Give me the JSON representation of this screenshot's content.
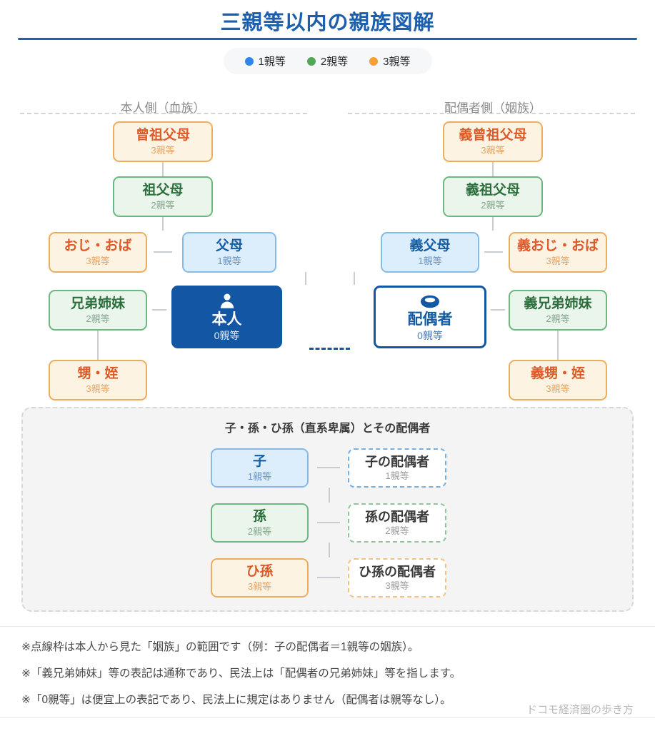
{
  "title": "三親等以内の親族図解",
  "legend": {
    "items": [
      {
        "label": "1親等",
        "color": "#2F86E8"
      },
      {
        "label": "2親等",
        "color": "#53A653"
      },
      {
        "label": "3親等",
        "color": "#F5A033"
      }
    ]
  },
  "tree": {
    "left_header": "本人側（血族）",
    "right_header": "配偶者側（姻族）",
    "nodes": {
      "great_grandparents": {
        "label": "曾祖父母",
        "degree": "3親等"
      },
      "grandparents": {
        "label": "祖父母",
        "degree": "2親等"
      },
      "uncle_aunt": {
        "label": "おじ・おば",
        "degree": "3親等"
      },
      "parents": {
        "label": "父母",
        "degree": "1親等"
      },
      "siblings": {
        "label": "兄弟姉妹",
        "degree": "2親等"
      },
      "self": {
        "label": "本人",
        "degree": "0親等"
      },
      "nephew_niece": {
        "label": "甥・姪",
        "degree": "3親等"
      },
      "great_grandparents_in_law": {
        "label": "義曾祖父母",
        "degree": "3親等"
      },
      "grandparents_in_law": {
        "label": "義祖父母",
        "degree": "2親等"
      },
      "parents_in_law": {
        "label": "義父母",
        "degree": "1親等"
      },
      "uncle_aunt_in_law": {
        "label": "義おじ・おば",
        "degree": "3親等"
      },
      "spouse": {
        "label": "配偶者",
        "degree": "0親等"
      },
      "siblings_in_law": {
        "label": "義兄弟姉妹",
        "degree": "2親等"
      },
      "nephew_niece_in_law": {
        "label": "義甥・姪",
        "degree": "3親等"
      }
    }
  },
  "descendants": {
    "title": "子・孫・ひ孫（直系卑属）とその配偶者",
    "rows": [
      {
        "member": {
          "label": "子",
          "degree": "1親等"
        },
        "spouse": {
          "label": "子の配偶者",
          "degree": "1親等"
        }
      },
      {
        "member": {
          "label": "孫",
          "degree": "2親等"
        },
        "spouse": {
          "label": "孫の配偶者",
          "degree": "2親等"
        }
      },
      {
        "member": {
          "label": "ひ孫",
          "degree": "3親等"
        },
        "spouse": {
          "label": "ひ孫の配偶者",
          "degree": "3親等"
        }
      }
    ]
  },
  "notes": [
    "※点線枠は本人から見た「姻族」の範囲です（例：子の配偶者＝1親等の姻族）。",
    "※「義兄弟姉妹」等の表記は通称であり、民法上は「配偶者の兄弟姉妹」等を指します。",
    "※「0親等」は便宜上の表記であり、民法上に規定はありません（配偶者は親等なし）。"
  ],
  "credit": "ドコモ経済圏の歩き方",
  "colors": {
    "accent_blue": "#1B5FAD",
    "degree1_blue": "#2F86E8",
    "degree2_green": "#53A653",
    "degree3_orange": "#F5A033",
    "self_fill": "#1356A4"
  }
}
